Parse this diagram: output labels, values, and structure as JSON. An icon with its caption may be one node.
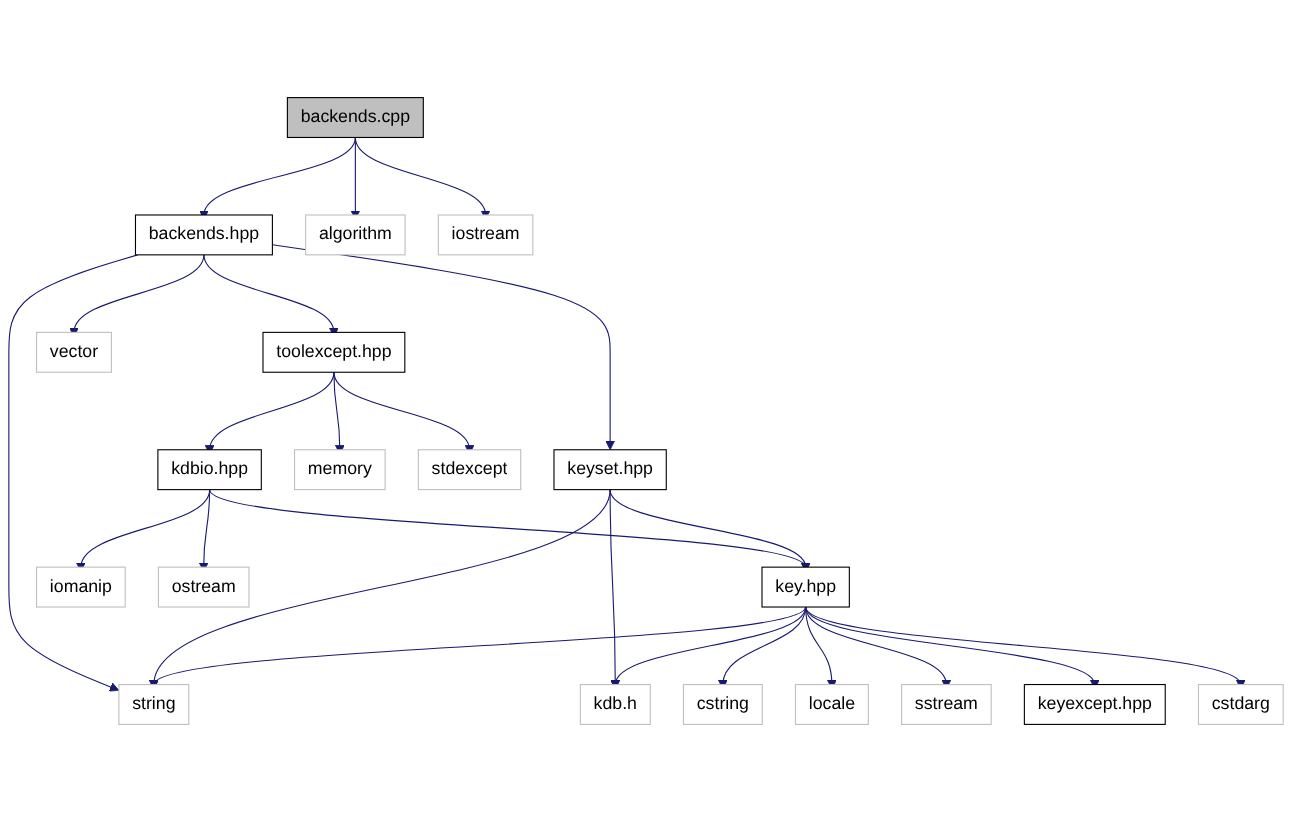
{
  "diagram": {
    "nodes": [
      {
        "text": [
          "backends.cpp"
        ]
      },
      {
        "text": [
          "backends.hpp"
        ]
      },
      {
        "text": [
          "algorithm"
        ]
      },
      {
        "text": [
          "iostream"
        ]
      },
      {
        "text": [
          "toolexcept.hpp"
        ]
      },
      {
        "text": [
          "vector"
        ]
      },
      {
        "text": [
          "keyset.hpp"
        ]
      },
      {
        "text": [
          "string"
        ]
      },
      {
        "text": [
          "kdb.h"
        ]
      },
      {
        "text": [
          "key.hpp"
        ]
      },
      {
        "text": [
          "kdbio.hpp"
        ]
      },
      {
        "text": [
          "memory"
        ]
      },
      {
        "text": [
          "stdexcept"
        ]
      },
      {
        "text": [
          "iomanip"
        ]
      },
      {
        "text": [
          "ostream"
        ]
      },
      {
        "text": [
          "cstring"
        ]
      },
      {
        "text": [
          "locale"
        ]
      },
      {
        "text": [
          "sstream"
        ]
      },
      {
        "text": [
          "keyexcept.hpp"
        ]
      },
      {
        "text": [
          "cstdarg"
        ]
      }
    ],
    "edges": [
      {
        "from": 0,
        "to": 1,
        "arrow": "to"
      },
      {
        "from": 0,
        "to": 2,
        "arrow": "to"
      },
      {
        "from": 0,
        "to": 3,
        "arrow": "to"
      },
      {
        "from": 1,
        "to": 4,
        "arrow": "to"
      },
      {
        "from": 1,
        "to": 5,
        "arrow": "to"
      },
      {
        "from": 1,
        "to": 6,
        "arrow": "to"
      },
      {
        "from": 1,
        "to": 7,
        "arrow": "to"
      },
      {
        "from": 4,
        "to": 10,
        "arrow": "to"
      },
      {
        "from": 4,
        "to": 11,
        "arrow": "to"
      },
      {
        "from": 4,
        "to": 12,
        "arrow": "to"
      },
      {
        "from": 6,
        "to": 9,
        "arrow": "to"
      },
      {
        "from": 6,
        "to": 8,
        "arrow": "to"
      },
      {
        "from": 6,
        "to": 7,
        "arrow": "to"
      },
      {
        "from": 10,
        "to": 9,
        "arrow": "to"
      },
      {
        "from": 10,
        "to": 13,
        "arrow": "to"
      },
      {
        "from": 10,
        "to": 14,
        "arrow": "to"
      },
      {
        "from": 9,
        "to": 7,
        "arrow": "to"
      },
      {
        "from": 9,
        "to": 8,
        "arrow": "to"
      },
      {
        "from": 9,
        "to": 15,
        "arrow": "to"
      },
      {
        "from": 9,
        "to": 16,
        "arrow": "to"
      },
      {
        "from": 9,
        "to": 17,
        "arrow": "to"
      },
      {
        "from": 9,
        "to": 18,
        "arrow": "to"
      },
      {
        "from": 9,
        "to": 19,
        "arrow": "to"
      }
    ]
  }
}
